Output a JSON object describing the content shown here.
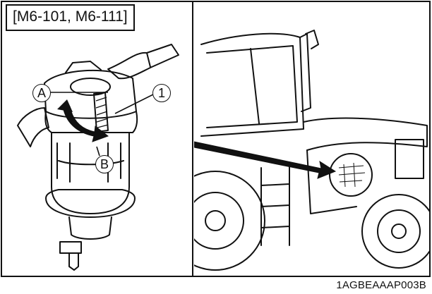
{
  "model_label": "[M6-101, M6-111]",
  "callouts": {
    "a": "A",
    "b": "B",
    "one": "1"
  },
  "figure_id": "1AGBEAAAP003B"
}
